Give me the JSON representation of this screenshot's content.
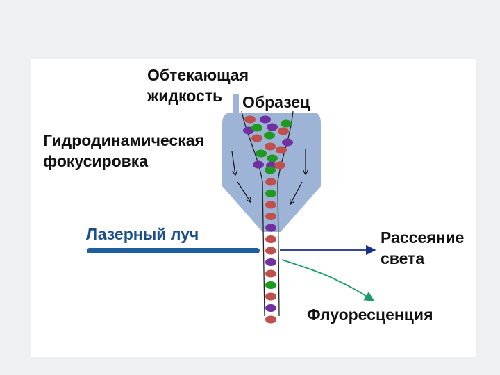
{
  "labels": {
    "sheath_line1": "Обтекающая",
    "sheath_line2": "жидкость",
    "sample": "Образец",
    "focusing_line1": "Гидродинамическая",
    "focusing_line2": "фокусировка",
    "laser": "Лазерный луч",
    "scatter_line1": "Рассеяние",
    "scatter_line2": "света",
    "fluorescence": "Флуоресценция"
  },
  "colors": {
    "background": "#eef0f2",
    "slide": "#ffffff",
    "chamber": "#9db4d6",
    "laser": "#1f5fa0",
    "scatter_arrow": "#1a2f8a",
    "fluorescence_arrow": "#1c9a6a",
    "cell_red": "#c0504d",
    "cell_green": "#1e9a1e",
    "cell_purple": "#7030a0"
  },
  "cluster_cells": [
    "red",
    "purple",
    "green",
    "purple",
    "green",
    "purple",
    "red",
    "green",
    "red",
    "purple",
    "red",
    "green",
    "red",
    "green",
    "purple",
    "purple",
    "red",
    "green"
  ],
  "stream_cells": [
    "red",
    "green",
    "red",
    "red",
    "purple",
    "red",
    "red",
    "purple",
    "red",
    "green",
    "red",
    "purple",
    "red"
  ]
}
